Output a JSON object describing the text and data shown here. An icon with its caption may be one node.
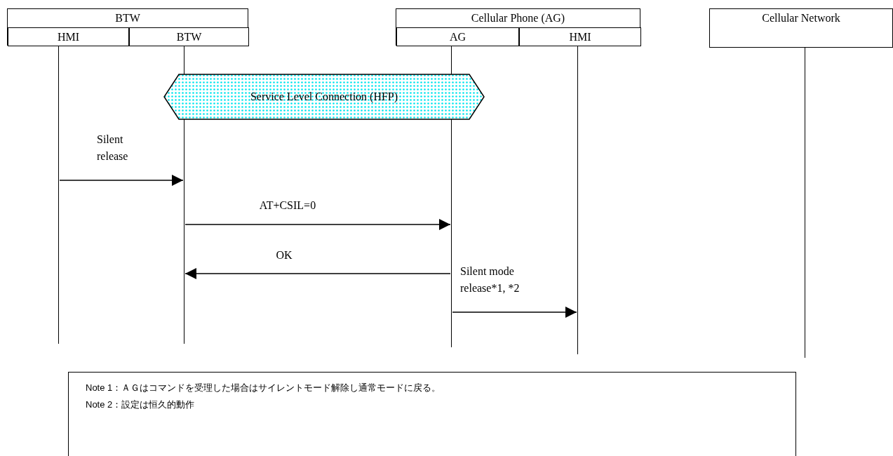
{
  "diagram": {
    "nodes": [
      {
        "text": [
          "BTW"
        ]
      },
      {
        "text": [
          "HMI"
        ],
        "in": 0
      },
      {
        "text": [
          "BTW"
        ],
        "in": 0
      },
      {
        "text": [
          "Cellular Phone (AG)"
        ]
      },
      {
        "text": [
          "AG"
        ],
        "in": 3
      },
      {
        "text": [
          "HMI"
        ],
        "in": 3
      },
      {
        "text": [
          "Cellular Network"
        ]
      },
      {
        "text": [],
        "shape": "bar"
      },
      {
        "text": [],
        "shape": "bar"
      },
      {
        "text": [],
        "shape": "bar"
      },
      {
        "text": [],
        "shape": "bar"
      },
      {
        "text": [],
        "shape": "bar"
      },
      {
        "text": [
          "Service Level Connection (HFP)"
        ]
      },
      {
        "text": [
          "Note 1：ＡＧはコマンドを受理した場合はサイレントモード解除し通常モードに戻る。",
          "Note 2：設定は恒久的動作"
        ]
      }
    ],
    "edges": [
      {
        "from": 7,
        "to": 8,
        "arrow": "to",
        "label": "Silent release"
      },
      {
        "from": 8,
        "to": 9,
        "arrow": "to",
        "label": "AT+CSIL=0"
      },
      {
        "from": 9,
        "to": 8,
        "arrow": "to",
        "label": "OK"
      },
      {
        "from": 9,
        "to": 10,
        "arrow": "to",
        "label": "Silent mode release*1, *2"
      }
    ]
  }
}
